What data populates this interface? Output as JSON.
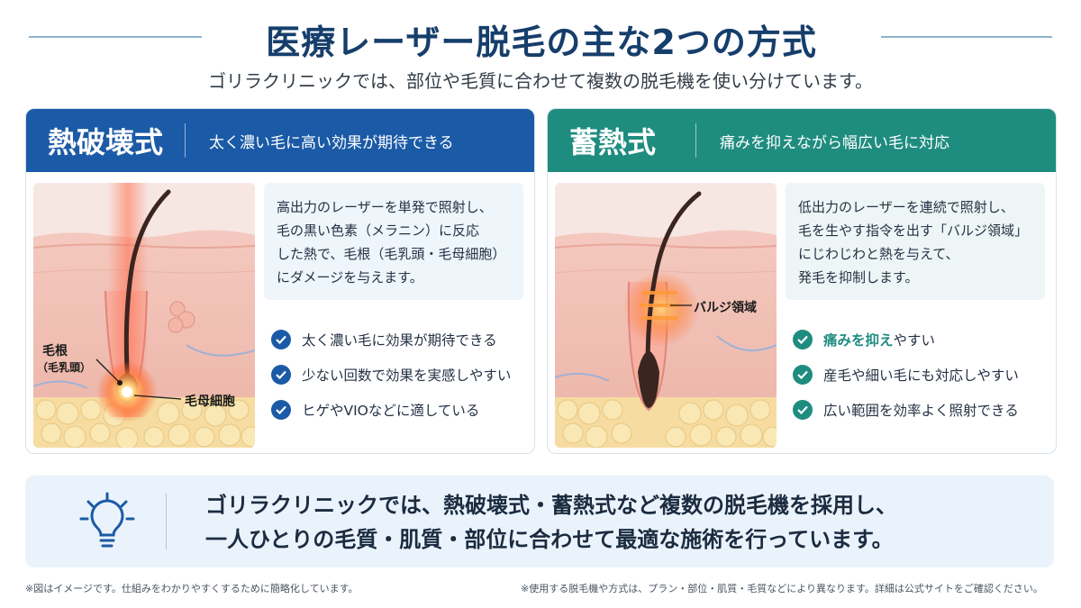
{
  "header": {
    "title": "医療レーザー脱毛の主な2つの方式",
    "subtitle": "ゴリラクリニックでは、部位や毛質に合わせて複数の脱毛機を使い分けています。"
  },
  "left_card": {
    "title": "熱破壊式",
    "tagline": "太く濃い毛に高い効果が期待できる",
    "desc": [
      "高出力のレーザーを単発で照射し、",
      "毛の黒い色素（メラニン）に反応",
      "した熱で、毛根（毛乳頭・毛母細胞）",
      "にダメージを与えます。"
    ],
    "labels": {
      "root": "毛根",
      "root_sub": "（毛乳頭）",
      "matrix": "毛母細胞"
    },
    "checks": [
      "太く濃い毛に効果が期待できる",
      "少ない回数で効果を実感しやすい",
      "ヒゲやVIOなどに適している"
    ]
  },
  "right_card": {
    "title": "蓄熱式",
    "tagline": "痛みを抑えながら幅広い毛に対応",
    "desc": [
      "低出力のレーザーを連続で照射し、",
      "毛を生やす指令を出す「バルジ領域」",
      "にじわじわと熱を与えて、",
      "発毛を抑制します。"
    ],
    "labels": {
      "bulge": "バルジ領域"
    },
    "check1_highlight": "痛みを抑え",
    "check1_rest": "やすい",
    "checks": [
      "産毛や細い毛にも対応しやすい",
      "広い範囲を効率よく照射できる"
    ]
  },
  "bottom": {
    "line1": "ゴリラクリニックでは、熱破壊式・蓄熱式など複数の脱毛機を採用し、",
    "line2": "一人ひとりの毛質・肌質・部位に合わせて最適な施術を行っています。"
  },
  "notes": {
    "left": "※図はイメージです。仕組みをわかりやすくするために簡略化しています。",
    "right": "※使用する脱毛機や方式は、プラン・部位・肌質・毛質などにより異なります。詳細は公式サイトをご確認ください。"
  },
  "colors": {
    "navy_title": "#163e6b",
    "blue_header": "#1b5aa6",
    "teal_header": "#1f8c80",
    "panel_bg": "#eaf3fb"
  }
}
